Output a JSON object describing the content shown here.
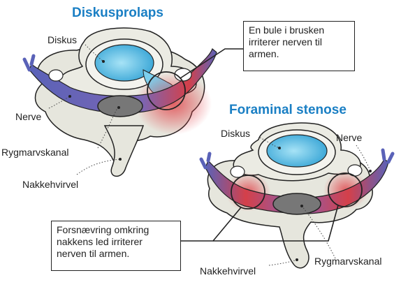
{
  "diagram1": {
    "title": "Diskusprolaps",
    "labels": {
      "diskus": "Diskus",
      "nerve": "Nerve",
      "spinal_canal": "Rygmarvskanal",
      "vertebra": "Nakkehvirvel"
    },
    "callout_lines": [
      "En bule i brusken",
      "irriterer nerven til",
      "armen."
    ]
  },
  "diagram2": {
    "title": "Foraminal stenose",
    "labels": {
      "diskus": "Diskus",
      "nerve": "Nerve",
      "spinal_canal": "Rygmarvskanal",
      "vertebra": "Nakkehvirvel"
    },
    "callout_lines": [
      "Forsnævring omkring",
      "nakkens led irriterer",
      "nerven til armen."
    ]
  },
  "colors": {
    "title": "#1a7fc4",
    "bone": "#e9e9e0",
    "disc": "#7dd0ee",
    "nerve": "#5a62b8",
    "inflammation": "#e0333b"
  }
}
